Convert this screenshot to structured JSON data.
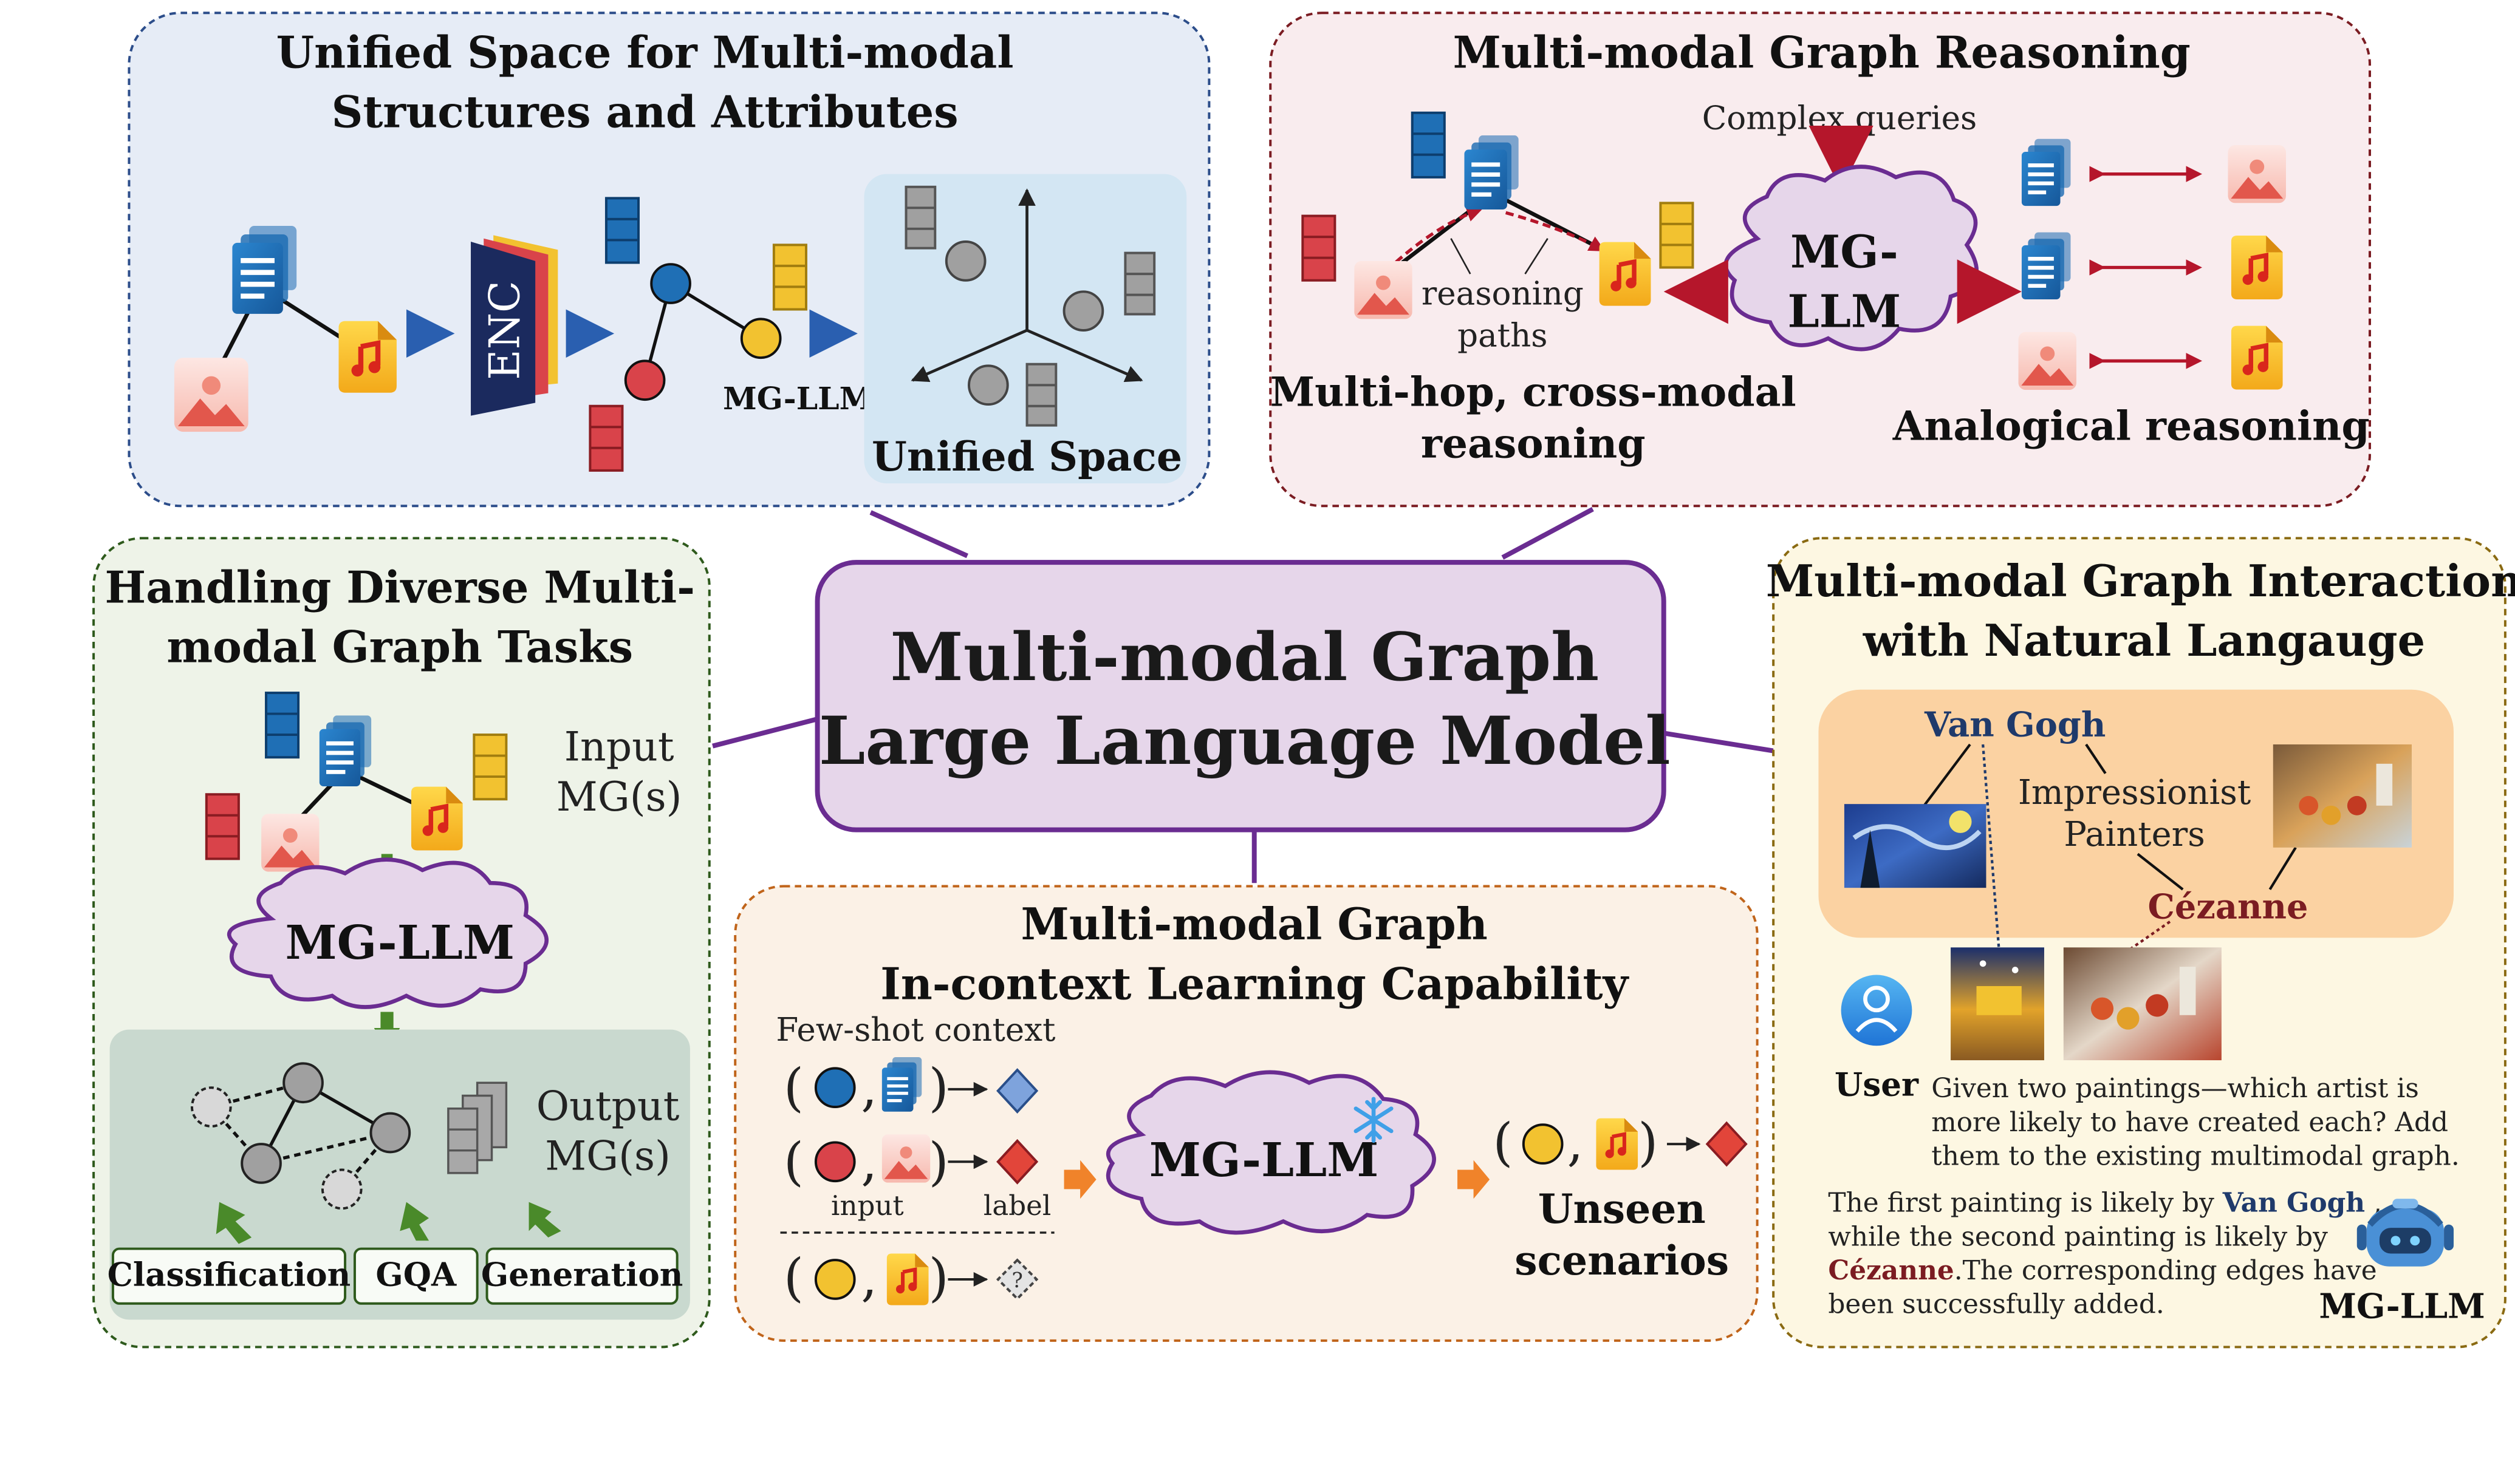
{
  "center": {
    "line1": "Multi-modal Graph",
    "line2": "Large Language Model"
  },
  "unified_space": {
    "title_line1": "Unified Space for Multi-modal",
    "title_line2": "Structures and Attributes",
    "enc_label": "ENC",
    "mgllm_label": "MG-LLM",
    "space_label": "Unified Space"
  },
  "graph_reasoning": {
    "title": "Multi-modal Graph Reasoning",
    "complex_queries": "Complex queries",
    "mgllm_line1": "MG-",
    "mgllm_line2": "LLM",
    "paths_line1": "reasoning",
    "paths_line2": "paths",
    "multihop_line1": "Multi-hop, cross-modal",
    "multihop_line2": "reasoning",
    "analogical": "Analogical reasoning"
  },
  "diverse_tasks": {
    "title_line1": "Handling Diverse Multi-",
    "title_line2": "modal Graph Tasks",
    "input_line1": "Input",
    "input_line2": "MG(s)",
    "mgllm_label": "MG-LLM",
    "output_line1": "Output",
    "output_line2": "MG(s)",
    "tasks": [
      "Classification",
      "GQA",
      "Generation"
    ]
  },
  "in_context": {
    "title_line1": "Multi-modal Graph",
    "title_line2": "In-context Learning Capability",
    "few_shot": "Few-shot context",
    "input_caption": "input",
    "label_caption": "label",
    "mgllm_label": "MG-LLM",
    "unseen_line1": "Unseen",
    "unseen_line2": "scenarios",
    "query_mark": "?"
  },
  "interaction": {
    "title_line1": "Multi-modal Graph Interaction",
    "title_line2": "with Natural Langauge",
    "van_gogh": "Van Gogh",
    "impressionist_line1": "Impressionist",
    "impressionist_line2": "Painters",
    "cezanne": "Cézanne",
    "user_label": "User",
    "question_lines": [
      "Given two paintings—which artist is",
      "more likely to have created each? Add",
      "them to the existing multimodal graph."
    ],
    "answer_line1_a": "The first painting is likely by ",
    "answer_line1_b": "Van Gogh",
    "answer_line1_c": " ,",
    "answer_line2": "while the second painting is likely by",
    "answer_line3_a": "Cézanne",
    "answer_line3_b": ".The corresponding edges have",
    "answer_line4": "been successfully added.",
    "bot_label": "MG-LLM"
  },
  "colors": {
    "purple": "#6a2c91",
    "center_fill": "#e6d6ea",
    "blue_box": "#e6ecf6",
    "pink_box": "#f9ecee",
    "green_box": "#eef3e8",
    "orange_box": "#fbf1e6",
    "yellow_box": "#fdf7e2",
    "doc_blue": "#1f6fb5",
    "red": "#d9434a",
    "gold": "#f2c230",
    "dark_red_arrow": "#b5162b",
    "navy": "#1f3a6b",
    "maroon": "#7b1c22"
  },
  "icons": [
    "document-icon",
    "image-icon",
    "audio-file-icon",
    "snowflake-icon",
    "user-icon",
    "robot-icon"
  ]
}
